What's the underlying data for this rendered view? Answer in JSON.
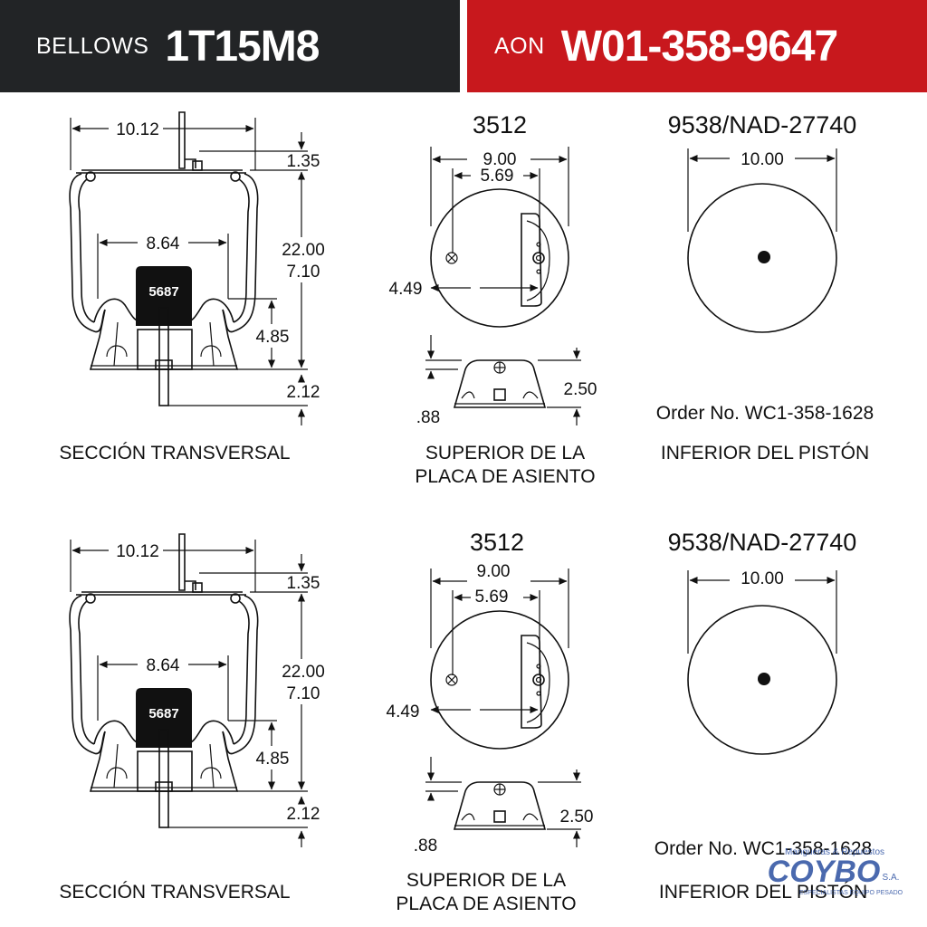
{
  "header": {
    "bellows_label": "BELLOWS",
    "bellows_value": "1T15M8",
    "aon_label": "AON",
    "aon_value": "W01-358-9647",
    "left_bg": "#222426",
    "right_bg": "#c8181d"
  },
  "panels": [
    {
      "cross_section": {
        "dim_top_width": "10.12",
        "dim_top_offset": "1.35",
        "dim_inner_width": "8.64",
        "dim_height_max": "22.00",
        "dim_height_min": "7.10",
        "dim_piston": "4.85",
        "dim_stud": "2.12",
        "piston_label": "5687",
        "caption": "SECCIÓN TRANSVERSAL"
      },
      "plate": {
        "title": "3512",
        "dim_diameter": "9.00",
        "dim_bolt": "5.69",
        "dim_offset": "4.49",
        "dim_height": "2.50",
        "dim_base": ".88",
        "caption_line1": "SUPERIOR DE LA",
        "caption_line2": "PLACA DE ASIENTO"
      },
      "piston": {
        "title": "9538/NAD-27740",
        "dim_diameter": "10.00",
        "order": "Order No. WC1-358-1628",
        "caption": "INFERIOR DEL PISTÓN"
      }
    },
    {
      "cross_section": {
        "dim_top_width": "10.12",
        "dim_top_offset": "1.35",
        "dim_inner_width": "8.64",
        "dim_height_max": "22.00",
        "dim_height_min": "7.10",
        "dim_piston": "4.85",
        "dim_stud": "2.12",
        "piston_label": "5687",
        "caption": "SECCIÓN TRANSVERSAL"
      },
      "plate": {
        "title": "3512",
        "dim_diameter": "9.00",
        "dim_bolt": "5.69",
        "dim_offset": "4.49",
        "dim_height": "2.50",
        "dim_base": ".88",
        "caption_line1": "SUPERIOR DE LA",
        "caption_line2": "PLACA DE ASIENTO"
      },
      "piston": {
        "title": "9538/NAD-27740",
        "dim_diameter": "10.00",
        "order": "Order No. WC1-358-1628",
        "caption": "INFERIOR DEL PISTÓN"
      }
    }
  ],
  "watermark": {
    "brand": "COYBO",
    "suffix": "S.A.",
    "tagline_top": "Mangueras & Repuestos",
    "tagline_bottom": "ESPECIALISTAS EQUIPO PESADO",
    "color": "#2b4fa0"
  }
}
